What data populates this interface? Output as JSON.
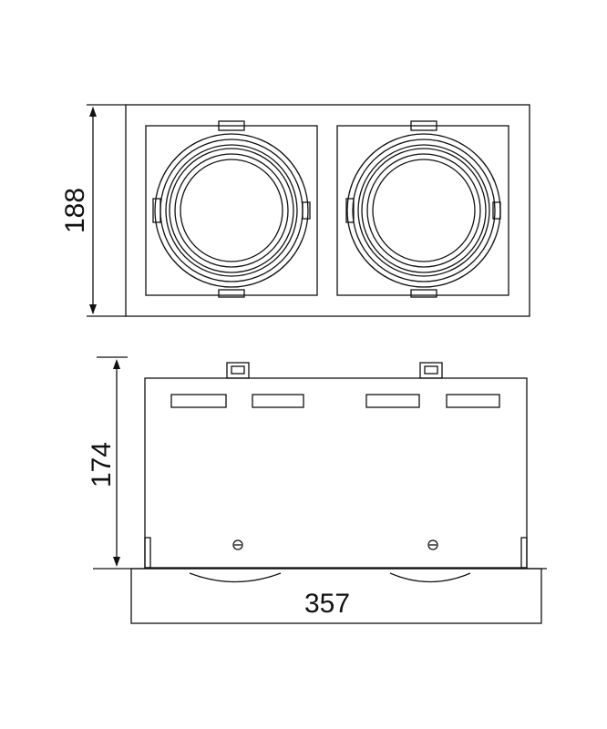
{
  "dimensions": {
    "top_height": "188",
    "side_height": "174",
    "width": "357"
  },
  "colors": {
    "line": "#111111",
    "background": "#ffffff"
  }
}
